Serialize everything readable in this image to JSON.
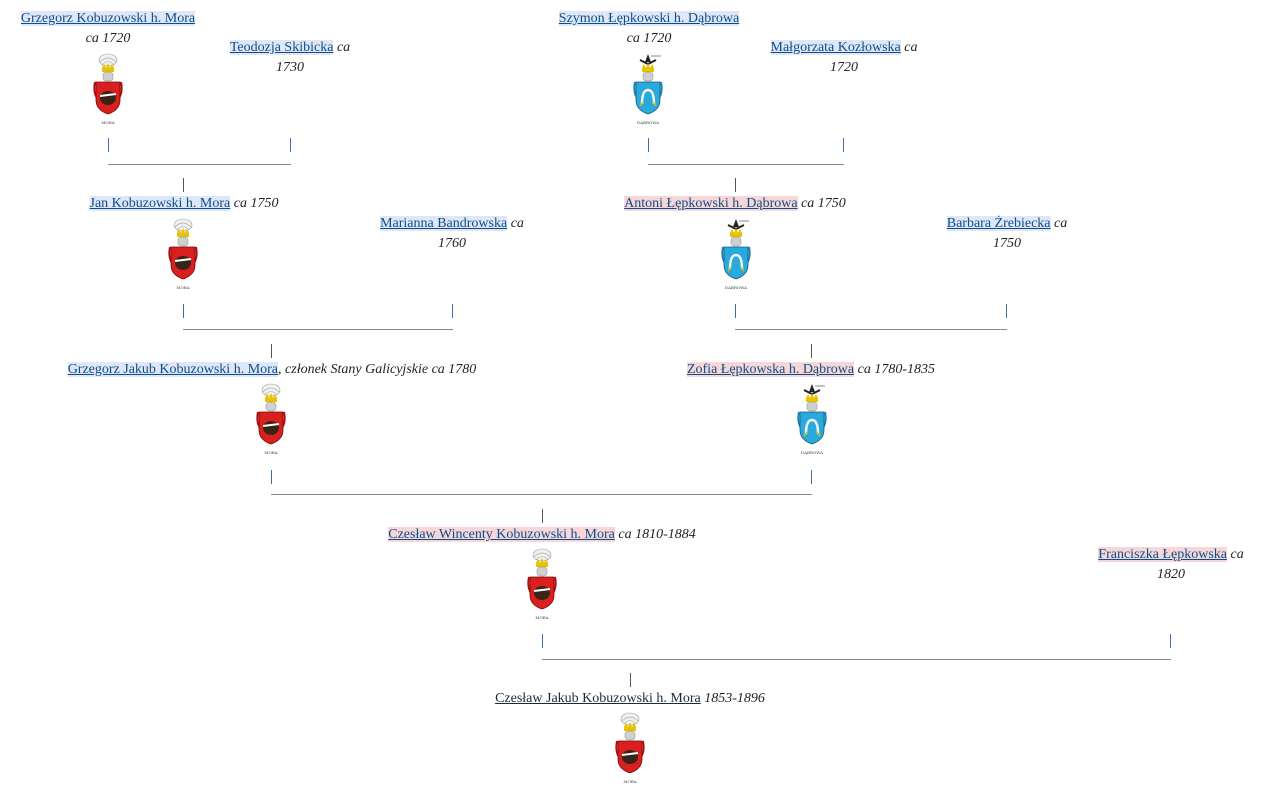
{
  "persons": {
    "p1": {
      "name": "Grzegorz Kobuzowski h. Mora",
      "dates": "ca 1720",
      "crest": "Mora"
    },
    "p2": {
      "name": "Teodozja Skibicka",
      "dates_a": "ca",
      "dates_b": "1730"
    },
    "p3": {
      "name": "Szymon Łępkowski h. Dąbrowa",
      "dates": "ca 1720",
      "crest": "Dąbrowa"
    },
    "p4": {
      "name": "Małgorzata Kozłowska",
      "dates_a": "ca",
      "dates_b": "1720"
    },
    "p5": {
      "name": "Jan Kobuzowski h. Mora",
      "dates": "ca 1750",
      "crest": "Mora"
    },
    "p6": {
      "name": "Marianna Bandrowska",
      "dates_a": "ca",
      "dates_b": "1760"
    },
    "p7": {
      "name": "Antoni Łępkowski h. Dąbrowa",
      "dates": "ca 1750",
      "crest": "Dąbrowa"
    },
    "p8": {
      "name": "Barbara Żrebiecka",
      "dates_a": "ca",
      "dates_b": "1750"
    },
    "p9": {
      "name": "Grzegorz Jakub Kobuzowski h. Mora",
      "dates": ", członek Stany Galicyjskie ca 1780",
      "crest": "Mora"
    },
    "p10": {
      "name": "Zofia Łępkowska h. Dąbrowa",
      "dates": "ca 1780-1835",
      "crest": "Dąbrowa"
    },
    "p11": {
      "name": "Czesław Wincenty Kobuzowski h. Mora",
      "dates": "ca 1810-1884",
      "crest": "Mora"
    },
    "p12": {
      "name": "Franciszka Łępkowska",
      "dates_a": "ca",
      "dates_b": "1820"
    },
    "p13": {
      "name": "Czesław Jakub Kobuzowski h. Mora",
      "dates": "1853-1896",
      "crest": "Mora"
    }
  },
  "crest_captions": {
    "mora": "MORA",
    "dabrowa": "DĄBROWA"
  },
  "colors": {
    "link": "#0b4f8a",
    "highlight_blue": "#dfe6f7",
    "highlight_red": "#f6d6d6",
    "mora_shield": "#d9201e",
    "dabrowa_shield": "#29a9dc"
  }
}
